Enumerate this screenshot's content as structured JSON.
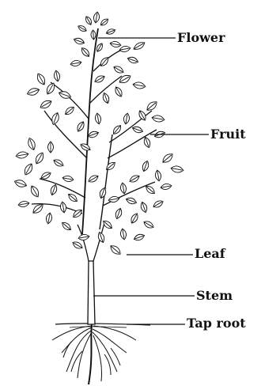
{
  "labels": {
    "flower": "Flower",
    "fruit": "Fruit",
    "leaf": "Leaf",
    "stem": "Stem",
    "tap_root": "Tap root"
  },
  "colors": {
    "ink": "#111111",
    "leaf_fill": "#ffffff",
    "background": "#ffffff"
  }
}
